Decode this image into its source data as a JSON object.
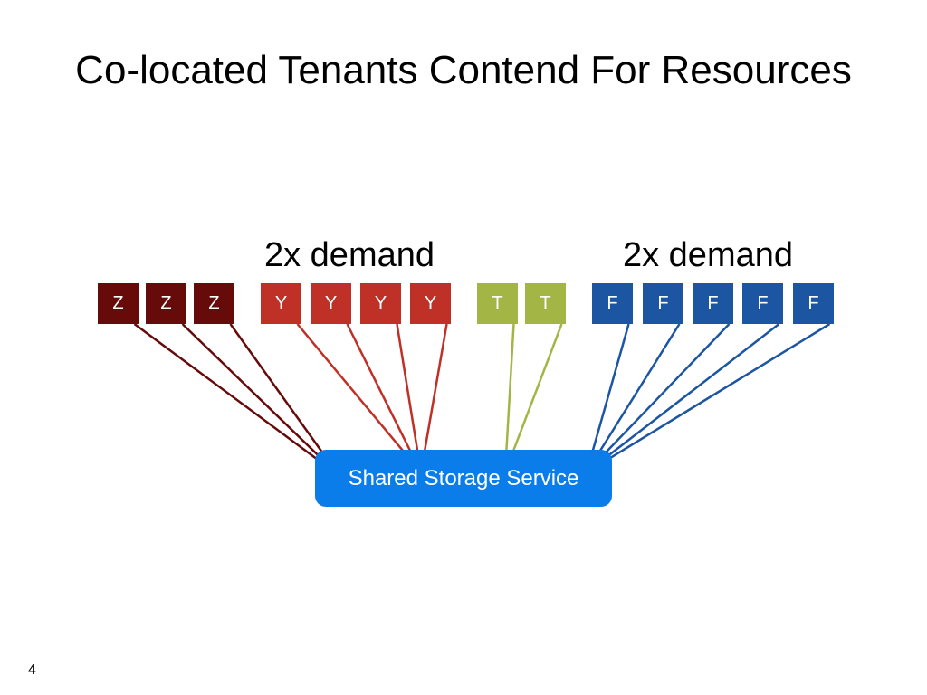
{
  "slide": {
    "title": "Co-located Tenants Contend For Resources",
    "page_number": "4"
  },
  "demand_labels": {
    "y_group": "2x demand",
    "f_group": "2x demand"
  },
  "tenants": [
    {
      "label": "Z",
      "group": "z",
      "color": "#660a0a"
    },
    {
      "label": "Z",
      "group": "z",
      "color": "#660a0a"
    },
    {
      "label": "Z",
      "group": "z",
      "color": "#660a0a"
    },
    {
      "label": "Y",
      "group": "y",
      "color": "#bf3027"
    },
    {
      "label": "Y",
      "group": "y",
      "color": "#bf3027"
    },
    {
      "label": "Y",
      "group": "y",
      "color": "#bf3027"
    },
    {
      "label": "Y",
      "group": "y",
      "color": "#bf3027"
    },
    {
      "label": "T",
      "group": "t",
      "color": "#a3b545"
    },
    {
      "label": "T",
      "group": "t",
      "color": "#a3b545"
    },
    {
      "label": "F",
      "group": "f",
      "color": "#1c56a3"
    },
    {
      "label": "F",
      "group": "f",
      "color": "#1c56a3"
    },
    {
      "label": "F",
      "group": "f",
      "color": "#1c56a3"
    },
    {
      "label": "F",
      "group": "f",
      "color": "#1c56a3"
    },
    {
      "label": "F",
      "group": "f",
      "color": "#1c56a3"
    }
  ],
  "storage": {
    "label": "Shared Storage Service",
    "color": "#0b7dea"
  }
}
